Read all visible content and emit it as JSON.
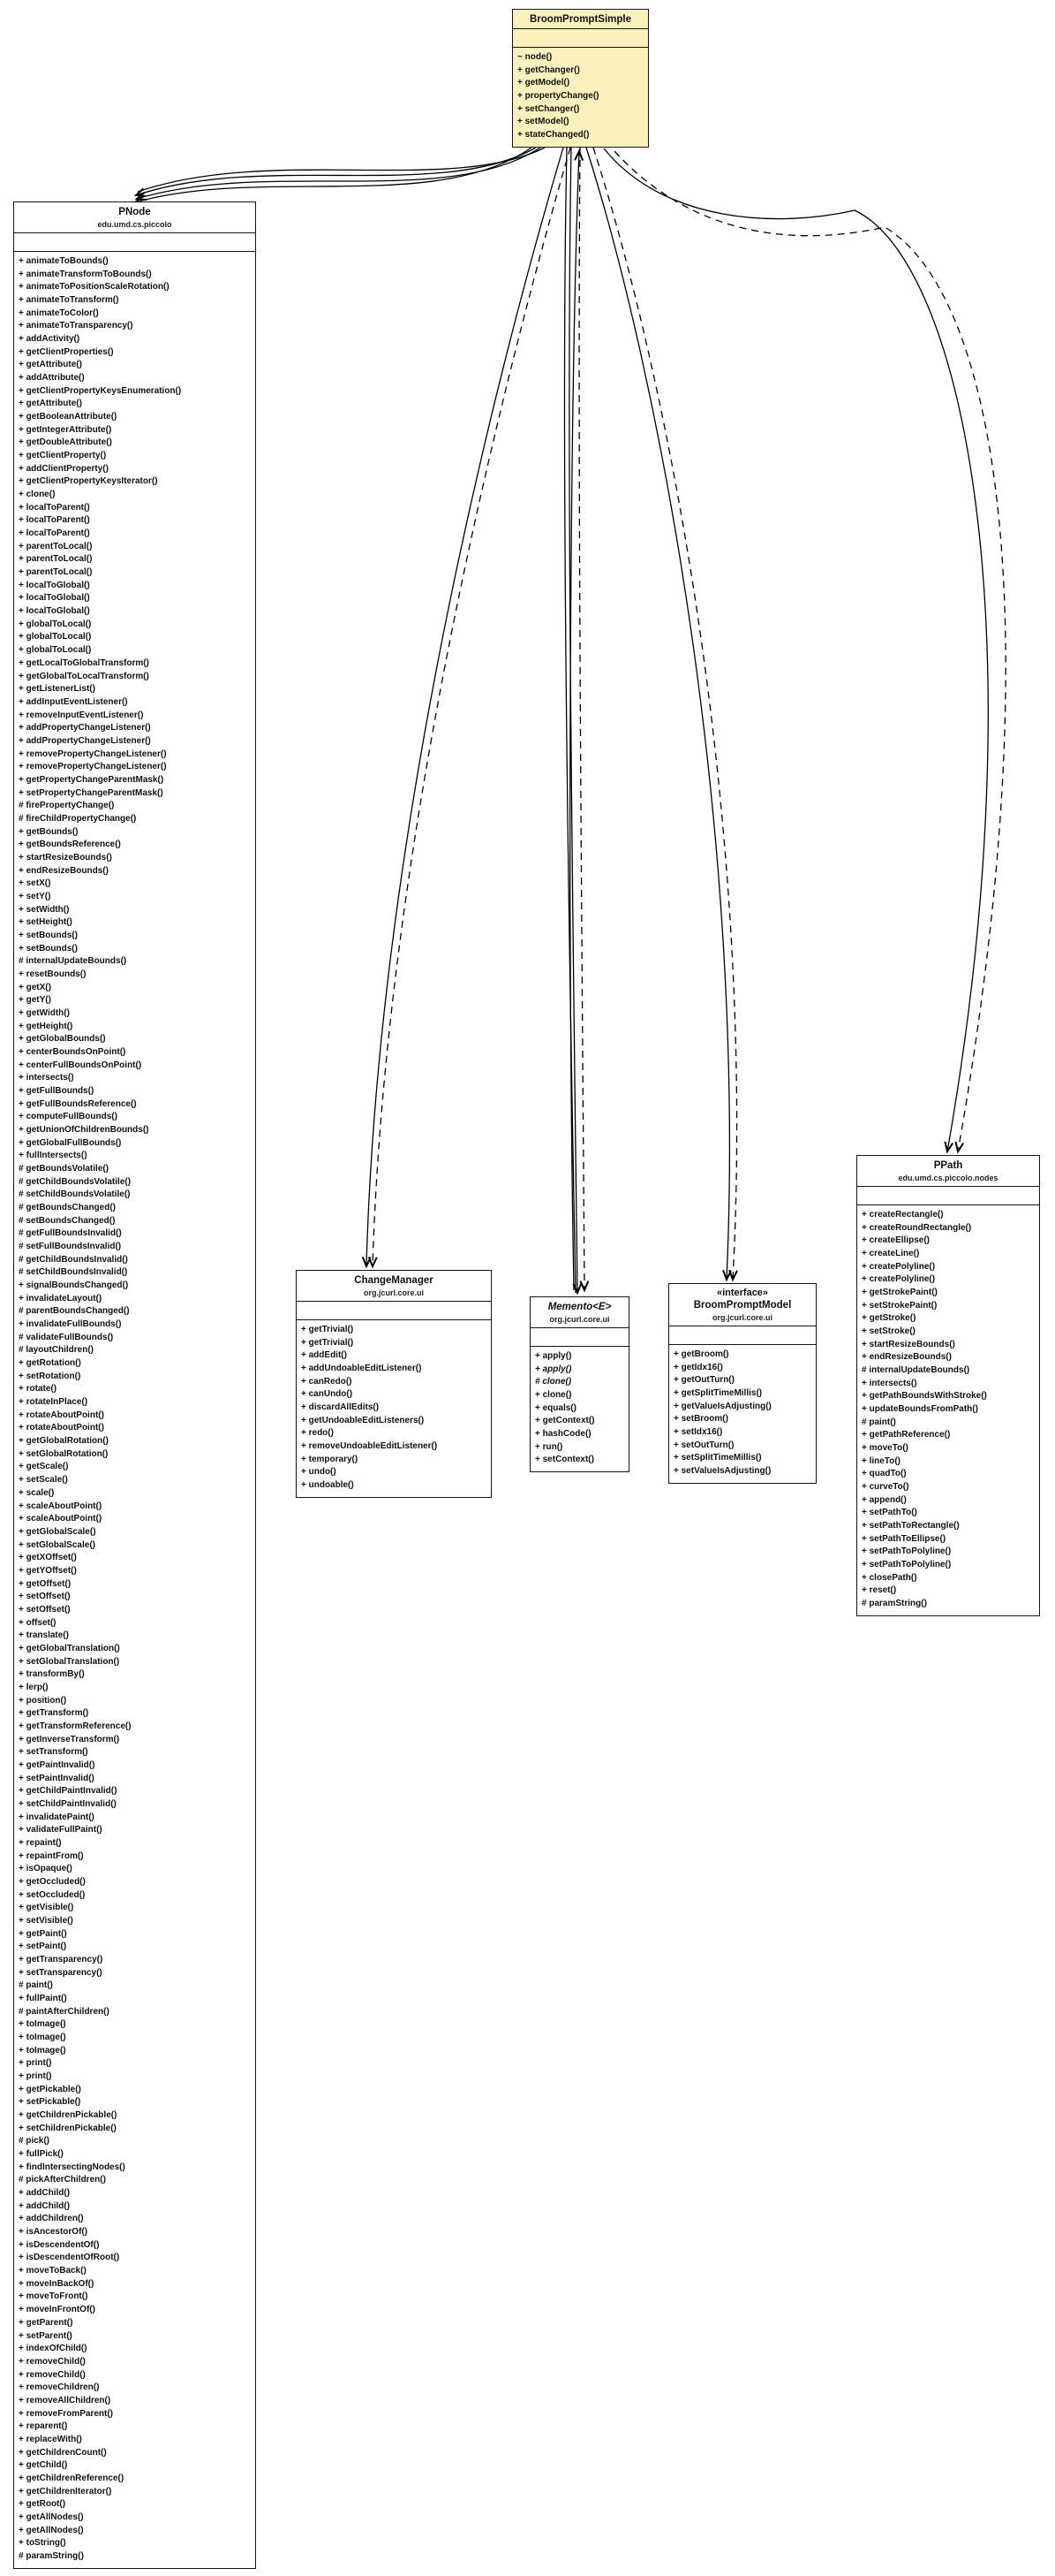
{
  "diagram_title": "BroomPromptSimple UML class diagram",
  "colors": {
    "main_class_fill": "#fbf1bd",
    "box_border": "#151515",
    "edge": "#000000",
    "background": "#ffffff"
  },
  "classes": {
    "broomPromptSimple": {
      "name": "BroomPromptSimple",
      "package": "",
      "methods": [
        "~ node()",
        "+ getChanger()",
        "+ getModel()",
        "+ propertyChange()",
        "+ setChanger()",
        "+ setModel()",
        "+ stateChanged()"
      ]
    },
    "pnode": {
      "name": "PNode",
      "package": "edu.umd.cs.piccolo",
      "methods": [
        "+ animateToBounds()",
        "+ animateTransformToBounds()",
        "+ animateToPositionScaleRotation()",
        "+ animateToTransform()",
        "+ animateToColor()",
        "+ animateToTransparency()",
        "+ addActivity()",
        "+ getClientProperties()",
        "+ getAttribute()",
        "+ addAttribute()",
        "+ getClientPropertyKeysEnumeration()",
        "+ getAttribute()",
        "+ getBooleanAttribute()",
        "+ getIntegerAttribute()",
        "+ getDoubleAttribute()",
        "+ getClientProperty()",
        "+ addClientProperty()",
        "+ getClientPropertyKeysIterator()",
        "+ clone()",
        "+ localToParent()",
        "+ localToParent()",
        "+ localToParent()",
        "+ parentToLocal()",
        "+ parentToLocal()",
        "+ parentToLocal()",
        "+ localToGlobal()",
        "+ localToGlobal()",
        "+ localToGlobal()",
        "+ globalToLocal()",
        "+ globalToLocal()",
        "+ globalToLocal()",
        "+ getLocalToGlobalTransform()",
        "+ getGlobalToLocalTransform()",
        "+ getListenerList()",
        "+ addInputEventListener()",
        "+ removeInputEventListener()",
        "+ addPropertyChangeListener()",
        "+ addPropertyChangeListener()",
        "+ removePropertyChangeListener()",
        "+ removePropertyChangeListener()",
        "+ getPropertyChangeParentMask()",
        "+ setPropertyChangeParentMask()",
        "# firePropertyChange()",
        "# fireChildPropertyChange()",
        "+ getBounds()",
        "+ getBoundsReference()",
        "+ startResizeBounds()",
        "+ endResizeBounds()",
        "+ setX()",
        "+ setY()",
        "+ setWidth()",
        "+ setHeight()",
        "+ setBounds()",
        "+ setBounds()",
        "# internalUpdateBounds()",
        "+ resetBounds()",
        "+ getX()",
        "+ getY()",
        "+ getWidth()",
        "+ getHeight()",
        "+ getGlobalBounds()",
        "+ centerBoundsOnPoint()",
        "+ centerFullBoundsOnPoint()",
        "+ intersects()",
        "+ getFullBounds()",
        "+ getFullBoundsReference()",
        "+ computeFullBounds()",
        "+ getUnionOfChildrenBounds()",
        "+ getGlobalFullBounds()",
        "+ fullIntersects()",
        "# getBoundsVolatile()",
        "# getChildBoundsVolatile()",
        "# setChildBoundsVolatile()",
        "# getBoundsChanged()",
        "# setBoundsChanged()",
        "# getFullBoundsInvalid()",
        "# setFullBoundsInvalid()",
        "# getChildBoundsInvalid()",
        "# setChildBoundsInvalid()",
        "+ signalBoundsChanged()",
        "+ invalidateLayout()",
        "# parentBoundsChanged()",
        "+ invalidateFullBounds()",
        "# validateFullBounds()",
        "# layoutChildren()",
        "+ getRotation()",
        "+ setRotation()",
        "+ rotate()",
        "+ rotateInPlace()",
        "+ rotateAboutPoint()",
        "+ rotateAboutPoint()",
        "+ getGlobalRotation()",
        "+ setGlobalRotation()",
        "+ getScale()",
        "+ setScale()",
        "+ scale()",
        "+ scaleAboutPoint()",
        "+ scaleAboutPoint()",
        "+ getGlobalScale()",
        "+ setGlobalScale()",
        "+ getXOffset()",
        "+ getYOffset()",
        "+ getOffset()",
        "+ setOffset()",
        "+ setOffset()",
        "+ offset()",
        "+ translate()",
        "+ getGlobalTranslation()",
        "+ setGlobalTranslation()",
        "+ transformBy()",
        "+ lerp()",
        "+ position()",
        "+ getTransform()",
        "+ getTransformReference()",
        "+ getInverseTransform()",
        "+ setTransform()",
        "+ getPaintInvalid()",
        "+ setPaintInvalid()",
        "+ getChildPaintInvalid()",
        "+ setChildPaintInvalid()",
        "+ invalidatePaint()",
        "+ validateFullPaint()",
        "+ repaint()",
        "+ repaintFrom()",
        "+ isOpaque()",
        "+ getOccluded()",
        "+ setOccluded()",
        "+ getVisible()",
        "+ setVisible()",
        "+ getPaint()",
        "+ setPaint()",
        "+ getTransparency()",
        "+ setTransparency()",
        "# paint()",
        "+ fullPaint()",
        "# paintAfterChildren()",
        "+ toImage()",
        "+ toImage()",
        "+ toImage()",
        "+ print()",
        "+ print()",
        "+ getPickable()",
        "+ setPickable()",
        "+ getChildrenPickable()",
        "+ setChildrenPickable()",
        "# pick()",
        "+ fullPick()",
        "+ findIntersectingNodes()",
        "# pickAfterChildren()",
        "+ addChild()",
        "+ addChild()",
        "+ addChildren()",
        "+ isAncestorOf()",
        "+ isDescendentOf()",
        "+ isDescendentOfRoot()",
        "+ moveToBack()",
        "+ moveInBackOf()",
        "+ moveToFront()",
        "+ moveInFrontOf()",
        "+ getParent()",
        "+ setParent()",
        "+ indexOfChild()",
        "+ removeChild()",
        "+ removeChild()",
        "+ removeChildren()",
        "+ removeAllChildren()",
        "+ removeFromParent()",
        "+ reparent()",
        "+ replaceWith()",
        "+ getChildrenCount()",
        "+ getChild()",
        "+ getChildrenReference()",
        "+ getChildrenIterator()",
        "+ getRoot()",
        "+ getAllNodes()",
        "+ getAllNodes()",
        "+ toString()",
        "# paramString()"
      ]
    },
    "changeManager": {
      "name": "ChangeManager",
      "package": "org.jcurl.core.ui",
      "methods": [
        "+ getTrivial()",
        "+ getTrivial()",
        "+ addEdit()",
        "+ addUndoableEditListener()",
        "+ canRedo()",
        "+ canUndo()",
        "+ discardAllEdits()",
        "+ getUndoableEditListeners()",
        "+ redo()",
        "+ removeUndoableEditListener()",
        "+ temporary()",
        "+ undo()",
        "+ undoable()"
      ]
    },
    "memento": {
      "name": "Memento<E>",
      "package": "org.jcurl.core.ui",
      "methods": [
        "+ apply()",
        {
          "t": "+ apply()",
          "i": true
        },
        {
          "t": "# clone()",
          "i": true
        },
        "+ clone()",
        "+ equals()",
        "+ getContext()",
        "+ hashCode()",
        "+ run()",
        "+ setContext()"
      ]
    },
    "broomPromptModel": {
      "stereotype": "«interface»",
      "name": "BroomPromptModel",
      "package": "org.jcurl.core.ui",
      "methods": [
        "+ getBroom()",
        "+ getIdx16()",
        "+ getOutTurn()",
        "+ getSplitTimeMillis()",
        "+ getValueIsAdjusting()",
        "+ setBroom()",
        "+ setIdx16()",
        "+ setOutTurn()",
        "+ setSplitTimeMillis()",
        "+ setValueIsAdjusting()"
      ]
    },
    "ppath": {
      "name": "PPath",
      "package": "edu.umd.cs.piccolo.nodes",
      "methods": [
        "+ createRectangle()",
        "+ createRoundRectangle()",
        "+ createEllipse()",
        "+ createLine()",
        "+ createPolyline()",
        "+ createPolyline()",
        "+ getStrokePaint()",
        "+ setStrokePaint()",
        "+ getStroke()",
        "+ setStroke()",
        "+ startResizeBounds()",
        "+ endResizeBounds()",
        "# internalUpdateBounds()",
        "+ intersects()",
        "+ getPathBoundsWithStroke()",
        "+ updateBoundsFromPath()",
        "# paint()",
        "+ getPathReference()",
        "+ moveTo()",
        "+ lineTo()",
        "+ quadTo()",
        "+ curveTo()",
        "+ append()",
        "+ setPathTo()",
        "+ setPathToRectangle()",
        "+ setPathToEllipse()",
        "+ setPathToPolyline()",
        "+ setPathToPolyline()",
        "+ closePath()",
        "+ reset()",
        "# paramString()"
      ]
    }
  }
}
